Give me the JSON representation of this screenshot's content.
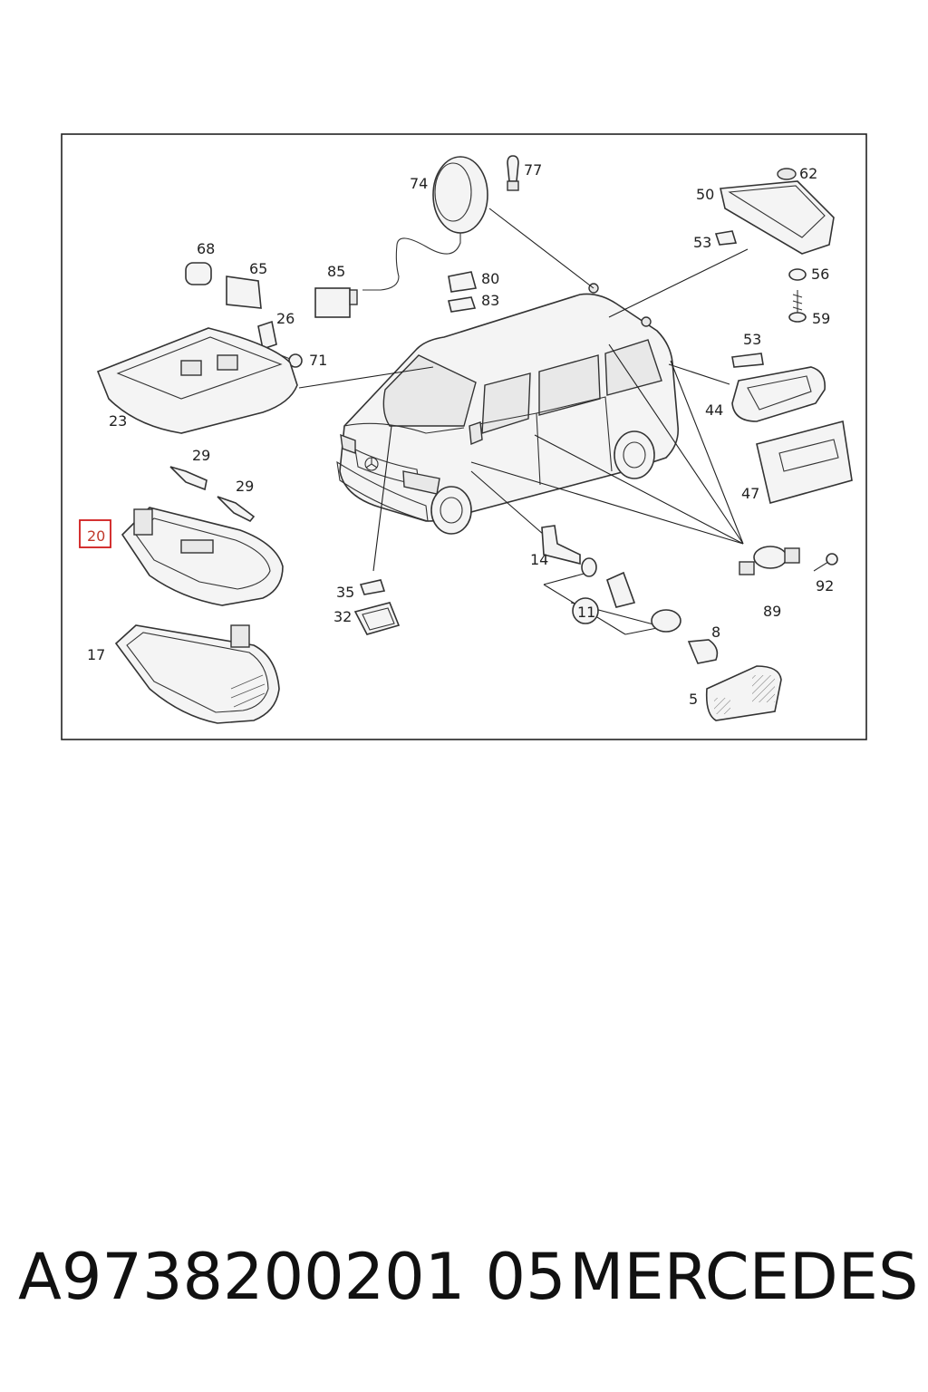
{
  "diagram": {
    "highlighted_callout": "20",
    "callouts": {
      "c74": "74",
      "c77": "77",
      "c62": "62",
      "c50": "50",
      "c53a": "53",
      "c56": "56",
      "c59": "59",
      "c68": "68",
      "c65": "65",
      "c85": "85",
      "c80": "80",
      "c83": "83",
      "c26": "26",
      "c71": "71",
      "c23": "23",
      "c53b": "53",
      "c44": "44",
      "c47": "47",
      "c29a": "29",
      "c29b": "29",
      "c20": "20",
      "c35": "35",
      "c32": "32",
      "c14": "14",
      "c11": "11",
      "c8": "8",
      "c5": "5",
      "c89": "89",
      "c92": "92",
      "c17": "17"
    }
  },
  "footer": {
    "part_number": "A9738200201 05",
    "brand": "MERCEDES"
  }
}
